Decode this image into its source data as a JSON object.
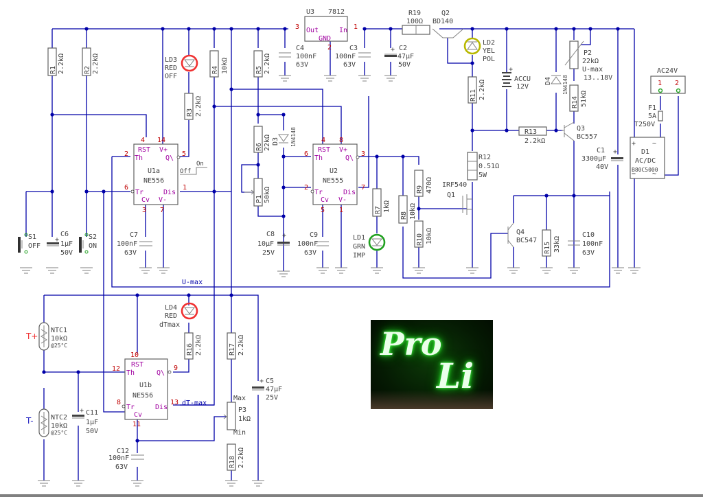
{
  "title": "ProLi charger schematic",
  "colors": {
    "wire": "#0000a8",
    "pin_number": "#c00000",
    "pin_label": "#a000a0",
    "led_red": "#f03030",
    "led_yellow": "#b8b800",
    "led_green": "#20a020",
    "t_plus": "#f03030",
    "t_minus": "#2020c0"
  },
  "components": {
    "R1": {
      "ref": "R1",
      "value": "2.2kΩ"
    },
    "R2": {
      "ref": "R2",
      "value": "2.2kΩ"
    },
    "R3": {
      "ref": "R3",
      "value": "2.2kΩ"
    },
    "R4": {
      "ref": "R4",
      "value": "10kΩ"
    },
    "R5": {
      "ref": "R5",
      "value": "2.2kΩ"
    },
    "R6": {
      "ref": "R6",
      "value": "22kΩ"
    },
    "R7": {
      "ref": "R7",
      "value": "1kΩ"
    },
    "R8": {
      "ref": "R8",
      "value": "10kΩ"
    },
    "R9": {
      "ref": "R9",
      "value": "470Ω"
    },
    "R10": {
      "ref": "R10",
      "value": "10kΩ"
    },
    "R11": {
      "ref": "R11",
      "value": "2.2kΩ"
    },
    "R12": {
      "ref": "R12",
      "value": "0.51Ω",
      "power": "5W"
    },
    "R13": {
      "ref": "R13",
      "value": "2.2kΩ"
    },
    "R14": {
      "ref": "R14",
      "value": "51kΩ"
    },
    "R15": {
      "ref": "R15",
      "value": "33kΩ"
    },
    "R16": {
      "ref": "R16",
      "value": "2.2kΩ"
    },
    "R17": {
      "ref": "R17",
      "value": "2.2kΩ"
    },
    "R18": {
      "ref": "R18",
      "value": "2.2kΩ"
    },
    "R19": {
      "ref": "R19",
      "value": "100Ω"
    },
    "C1": {
      "ref": "C1",
      "value": "3300µF",
      "volt": "40V"
    },
    "C2": {
      "ref": "C2",
      "value": "47µF",
      "volt": "50V"
    },
    "C3": {
      "ref": "C3",
      "value": "100nF",
      "volt": "63V"
    },
    "C4": {
      "ref": "C4",
      "value": "100nF",
      "volt": "63V"
    },
    "C5": {
      "ref": "C5",
      "value": "47µF",
      "volt": "25V"
    },
    "C6": {
      "ref": "C6",
      "value": "1µF",
      "volt": "50V"
    },
    "C7": {
      "ref": "C7",
      "value": "100nF",
      "volt": "63V"
    },
    "C8": {
      "ref": "C8",
      "value": "10µF",
      "volt": "25V"
    },
    "C9": {
      "ref": "C9",
      "value": "100nF",
      "volt": "63V"
    },
    "C10": {
      "ref": "C10",
      "value": "100nF",
      "volt": "63V"
    },
    "C11": {
      "ref": "C11",
      "value": "1µF",
      "volt": "50V"
    },
    "C12": {
      "ref": "C12",
      "value": "100nF",
      "volt": "63V"
    },
    "P1": {
      "ref": "P1",
      "value": "50kΩ"
    },
    "P2": {
      "ref": "P2",
      "value": "22kΩ",
      "note1": "U-max",
      "note2": "13..18V"
    },
    "P3": {
      "ref": "P3",
      "value": "1kΩ",
      "max": "Max",
      "min": "Min"
    },
    "LD1": {
      "ref": "LD1",
      "color": "GRN",
      "func": "IMP"
    },
    "LD2": {
      "ref": "LD2",
      "color": "YEL",
      "func": "POL"
    },
    "LD3": {
      "ref": "LD3",
      "color": "RED",
      "func": "OFF"
    },
    "LD4": {
      "ref": "LD4",
      "color": "RED",
      "func": "dTmax"
    },
    "D1": {
      "ref": "D1",
      "type": "AC/DC",
      "part": "B80C5000"
    },
    "D3": {
      "ref": "D3",
      "part": "1N4148"
    },
    "D4": {
      "ref": "D4",
      "part": "1N4148"
    },
    "Q1": {
      "ref": "Q1",
      "part": "IRF540"
    },
    "Q2": {
      "ref": "Q2",
      "part": "BD140"
    },
    "Q3": {
      "ref": "Q3",
      "part": "BC557"
    },
    "Q4": {
      "ref": "Q4",
      "part": "BC547"
    },
    "U3": {
      "ref": "U3",
      "part": "7812",
      "out": "Out",
      "in": "In",
      "gnd": "GND",
      "pin_out": "3",
      "pin_in": "1",
      "pin_gnd": "2"
    },
    "F1": {
      "ref": "F1",
      "value": "5A",
      "rating": "T250V"
    },
    "S1": {
      "ref": "S1",
      "label": "OFF"
    },
    "S2": {
      "ref": "S2",
      "label": "ON"
    },
    "ACCU": {
      "ref": "ACCU",
      "volt": "12V"
    },
    "AC24V": {
      "label": "AC24V",
      "pin1": "1",
      "pin2": "2"
    },
    "NTC1": {
      "ref": "NTC1",
      "value": "10kΩ",
      "temp": "@25°C",
      "tag": "T+"
    },
    "NTC2": {
      "ref": "NTC2",
      "value": "10kΩ",
      "temp": "@25°C",
      "tag": "T-"
    },
    "U1a": {
      "ref": "U1a",
      "part": "NE556",
      "rst": "RST",
      "vp": "V+",
      "th": "Th",
      "q": "Q\\",
      "tr": "Tr",
      "dis": "Dis",
      "cv": "Cv",
      "vm": "V-",
      "p_rst": "4",
      "p_vp": "14",
      "p_th": "2",
      "p_q": "5",
      "p_tr": "6",
      "p_dis": "1",
      "p_cv": "3",
      "p_vm": "7"
    },
    "U2": {
      "ref": "U2",
      "part": "NE555",
      "rst": "RST",
      "vp": "V+",
      "th": "Th",
      "q": "Q\\",
      "tr": "Tr",
      "dis": "Dis",
      "cv": "Cv",
      "vm": "V-",
      "p_rst": "4",
      "p_vp": "8",
      "p_th": "6",
      "p_q": "3",
      "p_tr": "2",
      "p_dis": "7",
      "p_cv": "5",
      "p_vm": "1"
    },
    "U1b": {
      "ref": "U1b",
      "part": "NE556",
      "rst": "RST",
      "th": "Th",
      "q": "Q\\",
      "tr": "Tr",
      "dis": "Dis",
      "cv": "Cv",
      "p_rst": "10",
      "p_th": "12",
      "p_q": "9",
      "p_tr": "8",
      "p_dis": "13",
      "p_cv": "11"
    }
  },
  "annotations": {
    "off": "Off",
    "on": "On",
    "umax_net": "U-max",
    "dtmax_net": "dT-max"
  },
  "logo": {
    "text1": "Pro",
    "text2": "Li",
    "alt": "ProLi neon logo"
  }
}
